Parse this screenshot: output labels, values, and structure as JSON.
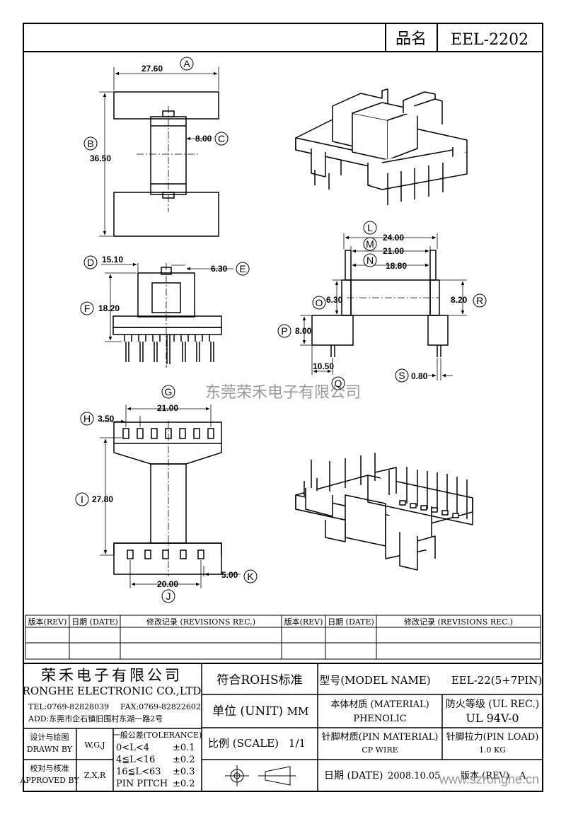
{
  "header": {
    "part_label": "品名",
    "part_value": "EEL-2202"
  },
  "dimensions": {
    "A": "27.60",
    "B": "36.50",
    "C": "8.00",
    "D": "15.10",
    "E": "6.30",
    "F": "18.20",
    "G": "21.00",
    "H": "3.50",
    "I": "27.80",
    "J": "20.00",
    "K": "5.00",
    "L": "24.00",
    "M": "21.00",
    "N": "18.80",
    "O": "6.30",
    "P": "8.00",
    "Q": "10.50",
    "R": "8.20",
    "S": "0.80"
  },
  "labels": {
    "A": "A",
    "B": "B",
    "C": "C",
    "D": "D",
    "E": "E",
    "F": "F",
    "G": "G",
    "H": "H",
    "I": "I",
    "J": "J",
    "K": "K",
    "L": "L",
    "M": "M",
    "N": "N",
    "O": "O",
    "P": "P",
    "Q": "Q",
    "R": "R",
    "S": "S"
  },
  "revisions": {
    "col_rev": "版本(REV)",
    "col_date": "日期 (DATE)",
    "col_rec": "修改记录 (REVISIONS REC.)"
  },
  "company": {
    "name_cn": "荣禾电子有限公司",
    "name_en": "RONGHE ELECTRONIC CO.,LTD",
    "tel": "TEL:0769-82828039",
    "fax": "FAX:0769-82822602",
    "addr": "ADD:东莞市企石镇旧围村东湖一路2号"
  },
  "title_block": {
    "rohs": "符合ROHS标准",
    "model_label": "型号(MODEL NAME)",
    "model_value": "EEL-22(5+7PIN)",
    "unit_label": "单位 (UNIT)",
    "unit_value": "MM",
    "material_label": "本体材质 (MATERIAL)",
    "material_value": "PHENOLIC",
    "ul_label": "防火等级 (UL REC.)",
    "ul_value": "UL 94V-0",
    "scale_label": "比例 (SCALE)",
    "scale_value": "1/1",
    "pin_material_label": "针脚材质(PIN MATERIAL)",
    "pin_material_value": "CP WIRE",
    "pin_load_label": "针脚拉力(PIN LOAD)",
    "pin_load_value": "1.0 KG",
    "date_label": "日期 (DATE)",
    "date_value": "2008.10.05",
    "rev_label": "版本 (REV)",
    "rev_value": "A",
    "design_cn": "设计与绘图",
    "design_en": "DRAWN BY",
    "design_value": "W,G,J",
    "approve_cn": "校对与核准",
    "approve_en": "APPROVED BY",
    "approve_value": "Z,X,R",
    "tolerance_title": "一般公差(TOLERANCE)",
    "tol_rows": [
      {
        "range": "0<L<4",
        "value": "±0.1"
      },
      {
        "range": "4≦L<16",
        "value": "±0.2"
      },
      {
        "range": "16≦L<63",
        "value": "±0.3"
      },
      {
        "range": "PIN PITCH",
        "value": "±0.2"
      }
    ]
  },
  "watermarks": {
    "center": "东莞荣禾电子有限公司",
    "corner": "www.szronghe.cn"
  }
}
